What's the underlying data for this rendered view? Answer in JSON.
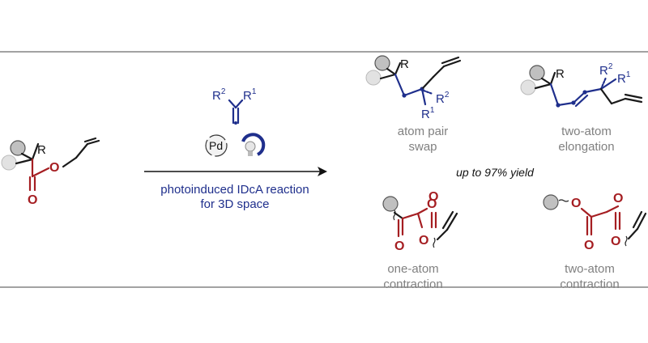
{
  "start": {
    "r": "R",
    "o1": "O",
    "o2": "O"
  },
  "reagents": {
    "alkene_substituents": [
      "R2",
      "R1"
    ],
    "catalyst": "Pd"
  },
  "conditions": {
    "line1": "photoinduced IDcA reaction",
    "line2": "for 3D space"
  },
  "yield_note": "up to 97% yield",
  "products": [
    {
      "line1": "atom pair",
      "line2": "swap"
    },
    {
      "line1": "two-atom",
      "line2": "elongation"
    },
    {
      "line1": "one-atom",
      "line2": "contraction"
    },
    {
      "line1": "two-atom",
      "line2": "contraction"
    }
  ],
  "colors": {
    "ester_core": "#a51e22",
    "inserted_atoms": "#1f2f8c",
    "label_grey": "#808080"
  },
  "icons": [
    "substituent-ball",
    "pd-cycle-icon",
    "light-bulb-icon",
    "reaction-arrow"
  ]
}
